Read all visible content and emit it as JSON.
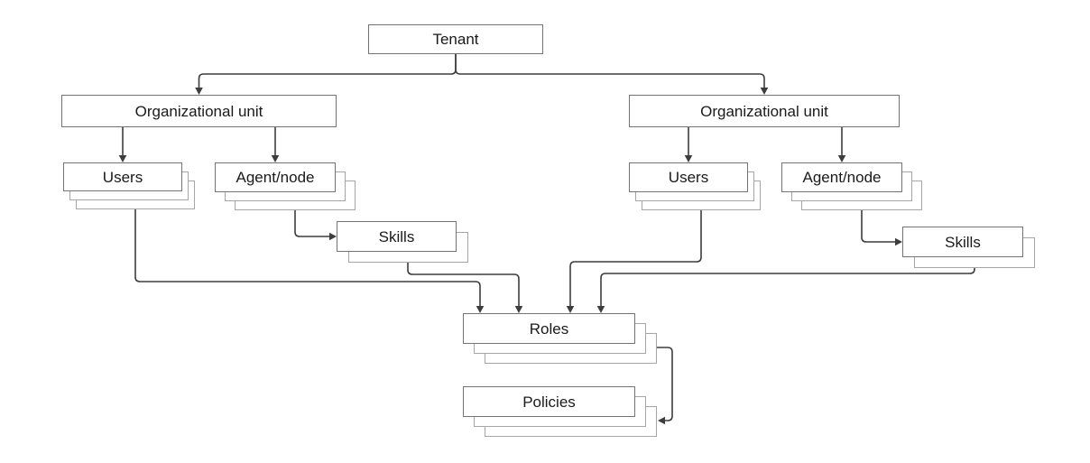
{
  "diagram": {
    "background_color": "#ffffff",
    "colors": {
      "box_border": "#737373",
      "stack_layer_border": "#a6a6a6",
      "connector": "#3d3d3d",
      "label_text": "#1a1a1a"
    },
    "nodes": {
      "tenant": {
        "label": "Tenant",
        "stacked": false,
        "layers": 1
      },
      "org_unit_left": {
        "label": "Organizational unit",
        "stacked": false,
        "layers": 1
      },
      "org_unit_right": {
        "label": "Organizational unit",
        "stacked": false,
        "layers": 1
      },
      "users_left": {
        "label": "Users",
        "stacked": true,
        "layers": 3
      },
      "agent_node_left": {
        "label": "Agent/node",
        "stacked": true,
        "layers": 3
      },
      "skills_left": {
        "label": "Skills",
        "stacked": true,
        "layers": 2
      },
      "users_right": {
        "label": "Users",
        "stacked": true,
        "layers": 3
      },
      "agent_node_right": {
        "label": "Agent/node",
        "stacked": true,
        "layers": 3
      },
      "skills_right": {
        "label": "Skills",
        "stacked": true,
        "layers": 2
      },
      "roles": {
        "label": "Roles",
        "stacked": true,
        "layers": 3
      },
      "policies": {
        "label": "Policies",
        "stacked": true,
        "layers": 3
      }
    },
    "edges": [
      {
        "from": "tenant",
        "to": "org_unit_left"
      },
      {
        "from": "tenant",
        "to": "org_unit_right"
      },
      {
        "from": "org_unit_left",
        "to": "users_left"
      },
      {
        "from": "org_unit_left",
        "to": "agent_node_left"
      },
      {
        "from": "org_unit_right",
        "to": "users_right"
      },
      {
        "from": "org_unit_right",
        "to": "agent_node_right"
      },
      {
        "from": "agent_node_left",
        "to": "skills_left"
      },
      {
        "from": "agent_node_right",
        "to": "skills_right"
      },
      {
        "from": "users_left",
        "to": "roles"
      },
      {
        "from": "skills_left",
        "to": "roles"
      },
      {
        "from": "users_right",
        "to": "roles"
      },
      {
        "from": "skills_right",
        "to": "roles"
      },
      {
        "from": "roles",
        "to": "policies"
      }
    ]
  }
}
